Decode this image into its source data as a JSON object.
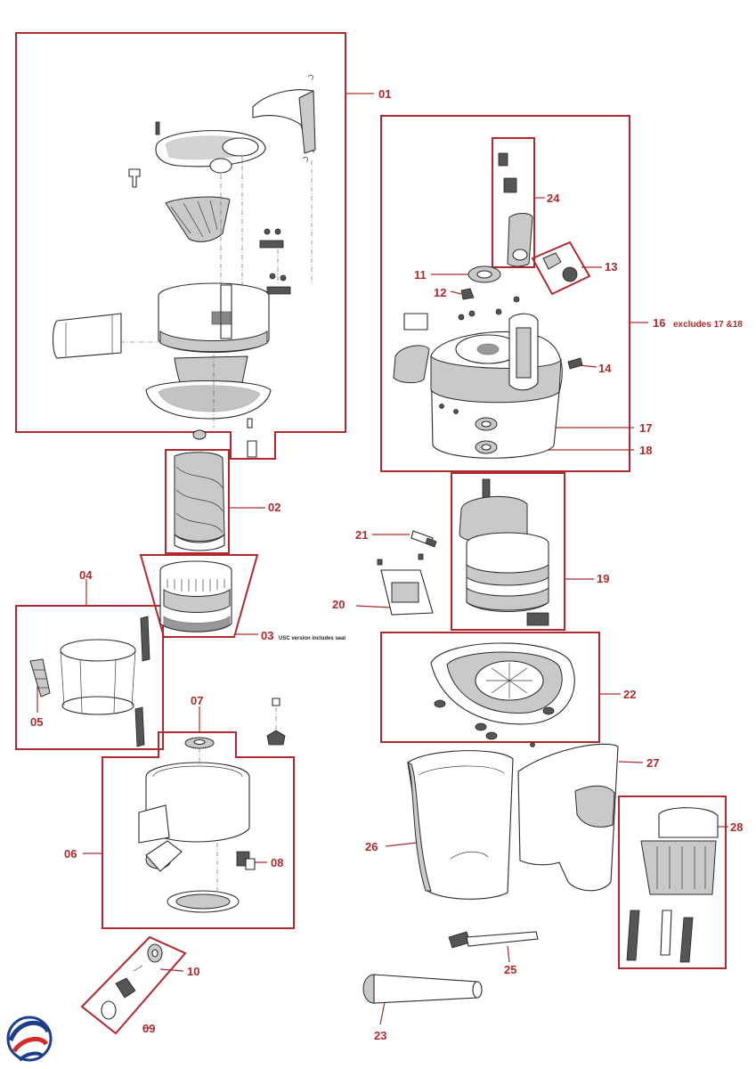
{
  "diagram": {
    "labels": {
      "p01": "01",
      "p02": "02",
      "p03": "03",
      "p04": "04",
      "p05": "05",
      "p06": "06",
      "p07": "07",
      "p08": "08",
      "p09": "09",
      "p10": "10",
      "p11": "11",
      "p12": "12",
      "p13": "13",
      "p14": "14",
      "p16": "16",
      "p17": "17",
      "p18": "18",
      "p19": "19",
      "p20": "20",
      "p21": "21",
      "p22": "22",
      "p23": "23",
      "p24": "24",
      "p25": "25",
      "p26": "26",
      "p27": "27",
      "p28": "28"
    },
    "notes": {
      "p03_note": "USC version includes seal",
      "p16_note": "excludes 17 &18"
    },
    "colors": {
      "accent": "#b0292d",
      "line": "#2a2a2a",
      "logo_blue": "#1d3e8c",
      "logo_red": "#d42a2a"
    },
    "logo_icon": "swirl-logo-icon"
  }
}
